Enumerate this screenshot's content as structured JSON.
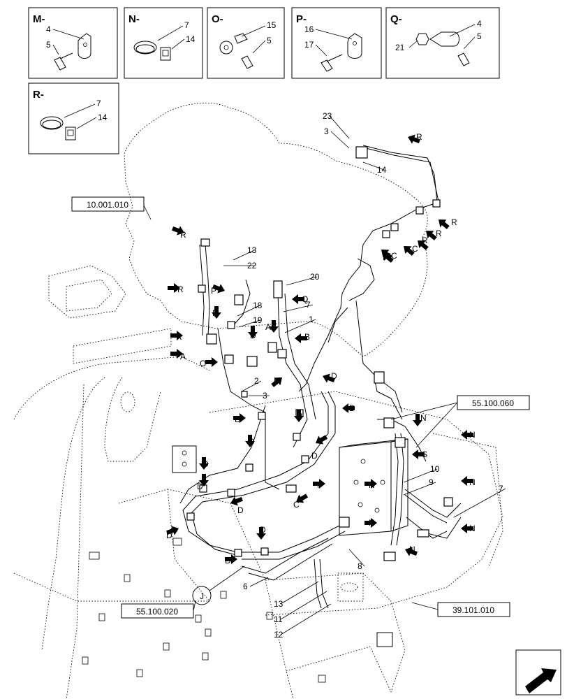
{
  "detail_boxes": [
    {
      "id": "M",
      "title": "M-",
      "labels": [
        "4",
        "5"
      ]
    },
    {
      "id": "N",
      "title": "N-",
      "labels": [
        "7",
        "14"
      ]
    },
    {
      "id": "O",
      "title": "O-",
      "labels": [
        "15",
        "5"
      ]
    },
    {
      "id": "P",
      "title": "P-",
      "labels": [
        "16",
        "17"
      ]
    },
    {
      "id": "Q",
      "title": "Q-",
      "labels": [
        "4",
        "5",
        "21"
      ]
    },
    {
      "id": "R",
      "title": "R-",
      "labels": [
        "7",
        "14"
      ]
    }
  ],
  "references": {
    "engine": "10.001.010",
    "valve": "55.100.060",
    "harness": "55.100.020",
    "frame": "39.101.010"
  },
  "callout_J": "J",
  "part_numbers": [
    "23",
    "3",
    "14",
    "13",
    "22",
    "20",
    "18",
    "19",
    "1",
    "7",
    "2",
    "3",
    "10",
    "9",
    "7",
    "6",
    "8",
    "13",
    "11",
    "12"
  ],
  "arrow_letters": [
    "R",
    "R",
    "R",
    "R",
    "C",
    "C",
    "R",
    "R",
    "R",
    "R",
    "P",
    "R",
    "Q",
    "A",
    "B",
    "A",
    "D",
    "O",
    "M",
    "D",
    "D",
    "D",
    "D",
    "D",
    "S",
    "N",
    "N",
    "T",
    "N",
    "N",
    "N",
    "N",
    "C",
    "D",
    "D",
    "D",
    "D",
    "D",
    "D",
    "D",
    "N"
  ],
  "colors": {
    "ink": "#000000",
    "paper": "#ffffff"
  },
  "icons": [
    "navigation-arrow-icon"
  ]
}
